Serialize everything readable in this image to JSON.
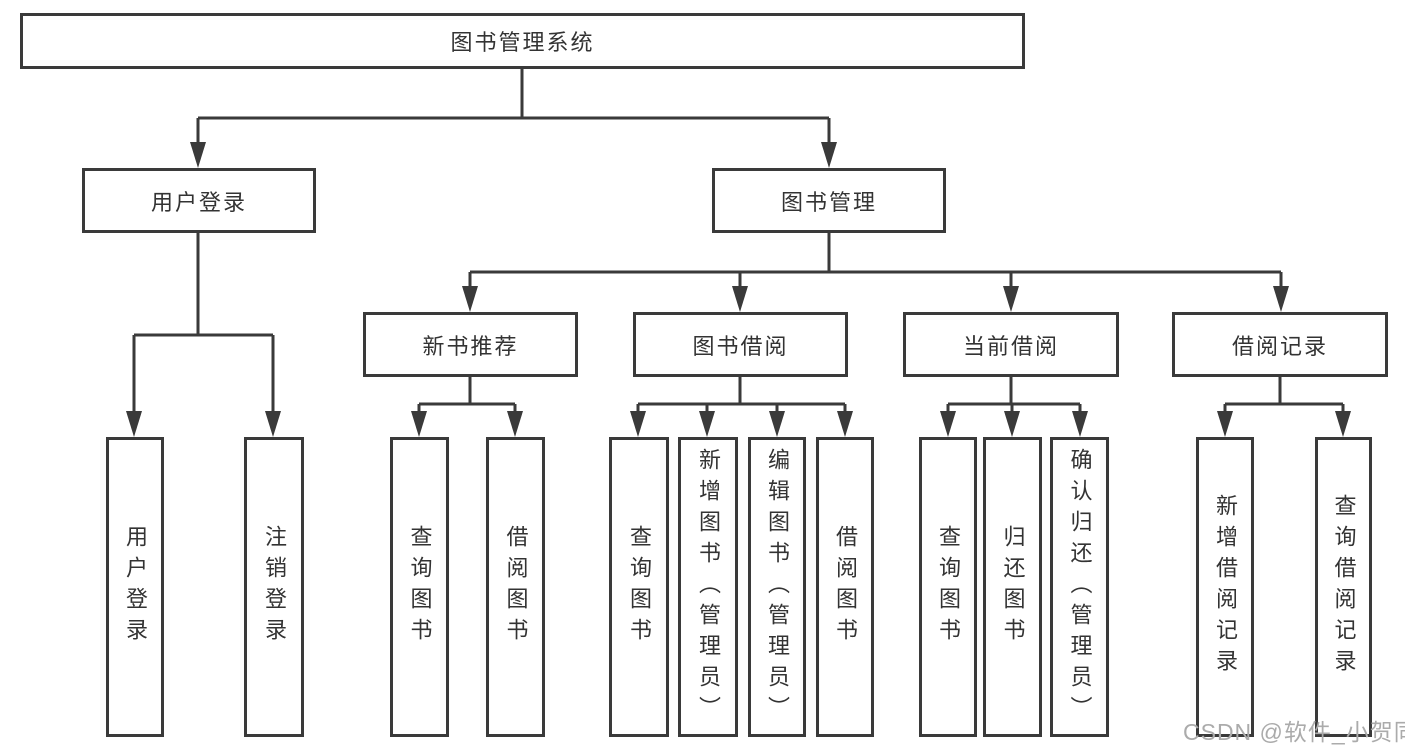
{
  "tree": {
    "label": "图书管理系统",
    "children": [
      {
        "label": "用户登录",
        "children": [
          {
            "label": "用户登录"
          },
          {
            "label": "注销登录"
          }
        ]
      },
      {
        "label": "图书管理",
        "children": [
          {
            "label": "新书推荐",
            "children": [
              {
                "label": "查询图书"
              },
              {
                "label": "借阅图书"
              }
            ]
          },
          {
            "label": "图书借阅",
            "children": [
              {
                "label": "查询图书"
              },
              {
                "label": "新增图书（管理员）"
              },
              {
                "label": "编辑图书（管理员）"
              },
              {
                "label": "借阅图书"
              }
            ]
          },
          {
            "label": "当前借阅",
            "children": [
              {
                "label": "查询图书"
              },
              {
                "label": "归还图书"
              },
              {
                "label": "确认归还（管理员）"
              }
            ]
          },
          {
            "label": "借阅记录",
            "children": [
              {
                "label": "新增借阅记录"
              },
              {
                "label": "查询借阅记录"
              }
            ]
          }
        ]
      }
    ]
  },
  "watermark": "CSDN @软件_小贺同学",
  "colors": {
    "line": "#3a3a3a",
    "text": "#333333",
    "background": "#ffffff",
    "watermark": "#ababab"
  }
}
